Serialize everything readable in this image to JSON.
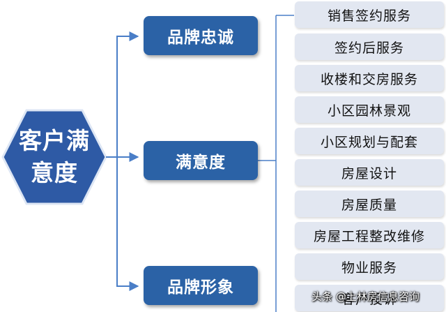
{
  "root": {
    "line1": "客户满",
    "line2": "意度"
  },
  "branches": [
    {
      "label": "品牌忠诚"
    },
    {
      "label": "满意度"
    },
    {
      "label": "品牌形象"
    }
  ],
  "leaves": [
    {
      "label": "销售签约服务"
    },
    {
      "label": "签约后服务"
    },
    {
      "label": "收楼和交房服务"
    },
    {
      "label": "小区园林景观"
    },
    {
      "label": "小区规划与配套"
    },
    {
      "label": "房屋设计"
    },
    {
      "label": "房屋质量"
    },
    {
      "label": "房屋工程整改维修"
    },
    {
      "label": "物业服务"
    },
    {
      "label": "客户投诉"
    }
  ],
  "watermark": "头条 @上林房信息咨询",
  "colors": {
    "hexagon": "#2e5aa5",
    "branch_box": "#2b62a6",
    "leaf_box": "#e2e7f1",
    "connector": "#4a7ec7"
  }
}
